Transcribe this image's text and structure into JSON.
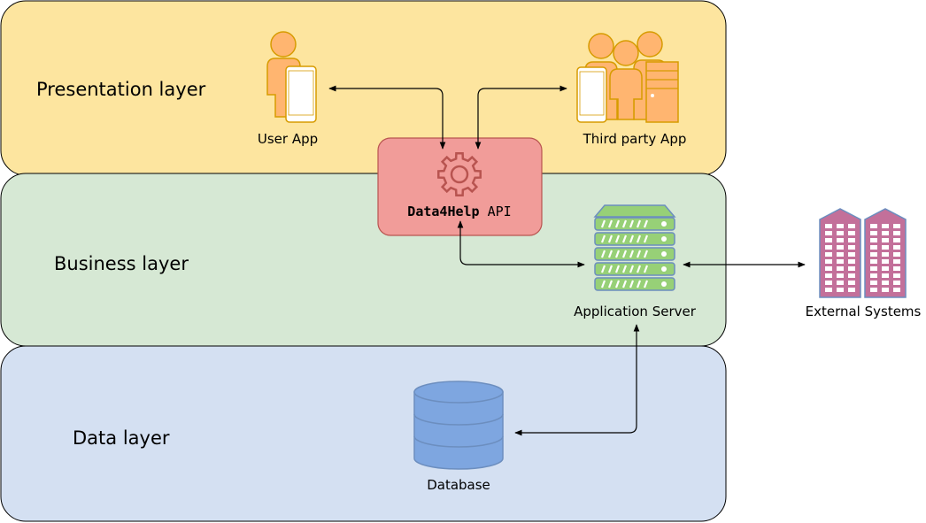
{
  "colors": {
    "presentation_fill": "#fde59f",
    "business_fill": "#d6e8d4",
    "data_fill": "#d4e0f2",
    "layer_stroke": "#000000",
    "api_fill": "#f19c99",
    "api_stroke": "#b85450",
    "person_fill": "#ffb570",
    "person_stroke": "#d79b00",
    "server_fill": "#97d077",
    "server_stroke": "#6c8ebf",
    "db_fill": "#7ea6e0",
    "db_stroke": "#6c8ebf",
    "building_fill": "#c3709a",
    "building_stroke": "#6c8ebf"
  },
  "layers": {
    "presentation": {
      "label": "Presentation layer"
    },
    "business": {
      "label": "Business layer"
    },
    "data": {
      "label": "Data layer"
    }
  },
  "nodes": {
    "user_app": {
      "label": "User App",
      "icon": "person-with-phone-icon"
    },
    "third_party_app": {
      "label": "Third party App",
      "icon": "group-with-devices-icon"
    },
    "api": {
      "label_bold": "Data4Help",
      "label_rest": " API",
      "icon": "gear-icon"
    },
    "app_server": {
      "label": "Application Server",
      "icon": "server-rack-icon"
    },
    "external": {
      "label": "External Systems",
      "icon": "office-buildings-icon"
    },
    "database": {
      "label": "Database",
      "icon": "database-cylinder-icon"
    }
  }
}
